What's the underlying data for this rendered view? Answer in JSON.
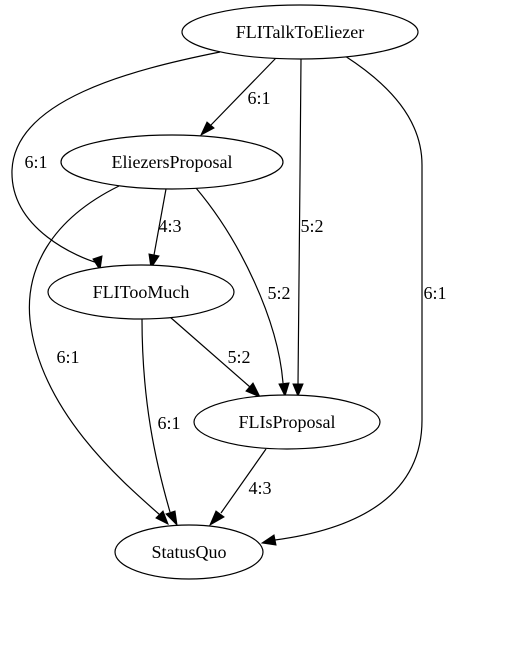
{
  "nodes": [
    {
      "id": "talk",
      "label": "FLITalkToEliezer"
    },
    {
      "id": "eliezer",
      "label": "EliezersProposal"
    },
    {
      "id": "toomuch",
      "label": "FLITooMuch"
    },
    {
      "id": "isprop",
      "label": "FLIsProposal"
    },
    {
      "id": "status",
      "label": "StatusQuo"
    }
  ],
  "edges": [
    {
      "from": "talk",
      "to": "eliezer",
      "label": "6:1"
    },
    {
      "from": "talk",
      "to": "toomuch",
      "label": "6:1"
    },
    {
      "from": "talk",
      "to": "isprop",
      "label": "5:2"
    },
    {
      "from": "talk",
      "to": "status",
      "label": "6:1"
    },
    {
      "from": "eliezer",
      "to": "toomuch",
      "label": "4:3"
    },
    {
      "from": "eliezer",
      "to": "isprop",
      "label": "5:2"
    },
    {
      "from": "eliezer",
      "to": "status",
      "label": "6:1"
    },
    {
      "from": "toomuch",
      "to": "isprop",
      "label": "5:2"
    },
    {
      "from": "toomuch",
      "to": "status",
      "label": "6:1"
    },
    {
      "from": "isprop",
      "to": "status",
      "label": "4:3"
    }
  ]
}
